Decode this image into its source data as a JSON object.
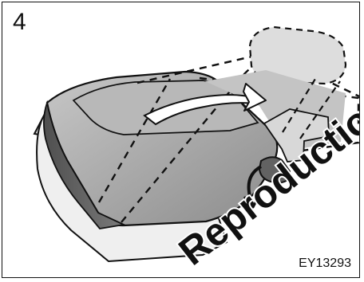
{
  "figure": {
    "step_number": "4",
    "code_label": "EY13293",
    "watermark_text": "Reproduction",
    "icons": {
      "seat": "folded-seat-icon",
      "rotation_arrow": "flip-forward-arrow-icon",
      "lever_arrow": "lever-pull-arrow-icon",
      "headrest_outline": "dashed-headrest-icon"
    },
    "colors": {
      "seat_fill": "#a8a8a8",
      "seat_dark": "#5f5f5f",
      "outline": "#111111",
      "watermark": "#111111"
    }
  }
}
